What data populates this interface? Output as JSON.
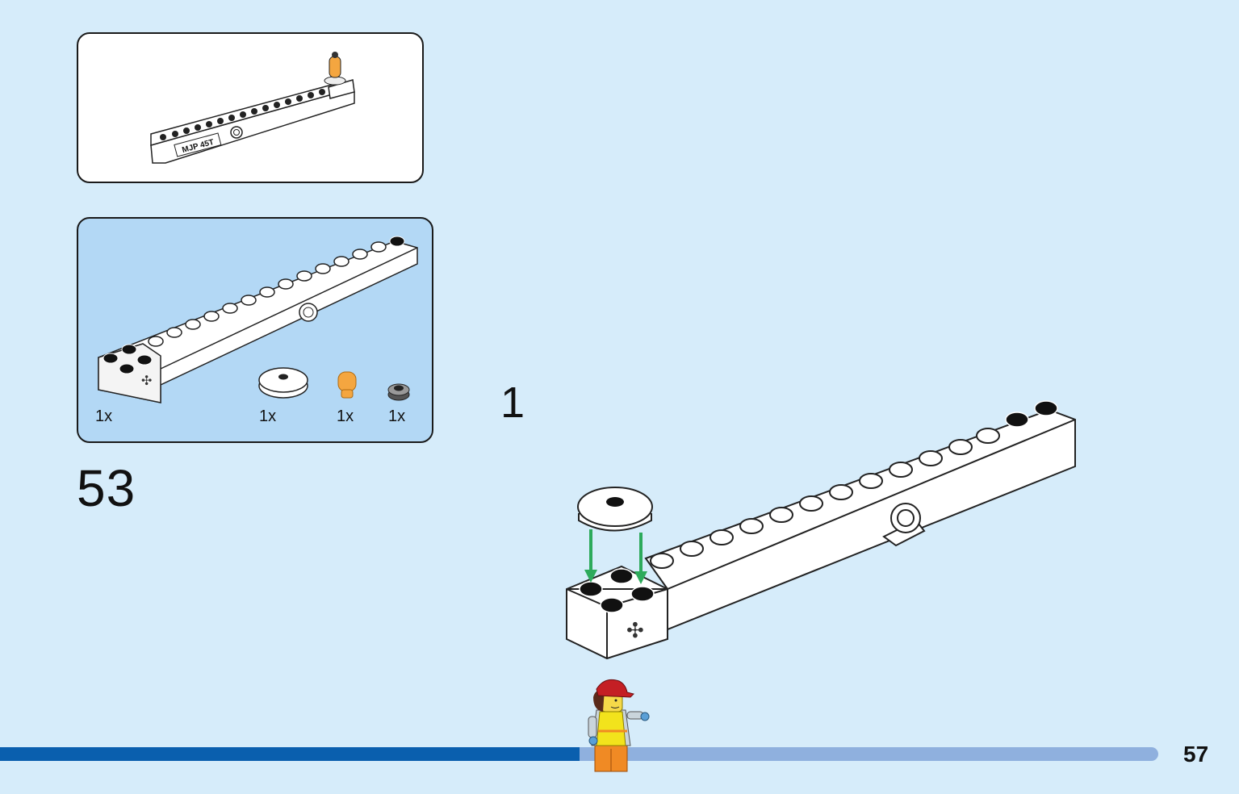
{
  "preview": {
    "label_text": "MJP 45T"
  },
  "parts_list": {
    "items": [
      {
        "name": "long-brick-with-pin-hole",
        "quantity": "1x"
      },
      {
        "name": "round-tile-white",
        "quantity": "1x"
      },
      {
        "name": "orange-light-cone",
        "quantity": "1x"
      },
      {
        "name": "round-plate-dark-gray",
        "quantity": "1x"
      }
    ]
  },
  "step": {
    "number": "53",
    "substep": "1"
  },
  "progress": {
    "fraction": 0.5
  },
  "page": {
    "number": "57"
  },
  "colors": {
    "background": "#d6ecfa",
    "parts_box": "#b3d8f5",
    "arrow": "#2daa5b",
    "progress_fill": "#0a5fae",
    "progress_track": "#8fb0de"
  },
  "icons": {
    "minifigure": "construction-worker-minifig-icon"
  }
}
